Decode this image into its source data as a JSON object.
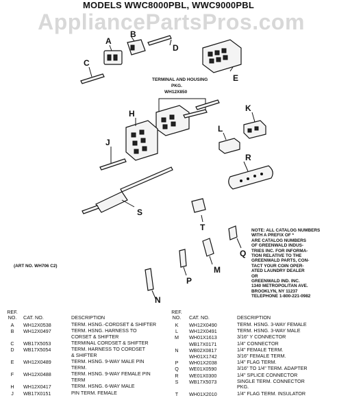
{
  "title": "MODELS WWC8000PBL, WWC9000PBL",
  "watermark": "AppliancePartsPros.com",
  "diagram": {
    "callouts": [
      "A",
      "B",
      "C",
      "D",
      "E",
      "H",
      "K",
      "L",
      "J",
      "R",
      "S",
      "T",
      "M",
      "Q",
      "P",
      "N"
    ],
    "pkg_label_1": "TERMINAL AND HOUSING",
    "pkg_label_2": "PKG.",
    "pkg_label_3": "WH12X850"
  },
  "art_no": "(ART NO. WH706 C2)",
  "note": [
    "NOTE: ALL CATALOG NUMBERS",
    "WITH A PREFIX OF *",
    "ARE CATALOG NUMBERS",
    "OF GREENWALD INDUS-",
    "TRIES INC. FOR INFORMA-",
    "TION RELATIVE TO THE",
    "GREENWALD PARTS, CON-",
    "TACT YOUR COIN OPER-",
    "ATED LAUNDRY DEALER",
    "OR",
    "GREENWALD IND. INC.",
    "1340 METROPOLITAN AVE.",
    "BROOKLYN, NY 11237",
    "TELEPHONE 1-800-221-0982"
  ],
  "table_headers": {
    "ref_1": "REF.",
    "ref_2": "NO.",
    "cat": "CAT. NO.",
    "desc": "DESCRIPTION"
  },
  "parts_left": [
    {
      "ref": "A",
      "cat": "WH12X0538",
      "desc": "TERM. HSNG.-CORDSET & SHIFTER"
    },
    {
      "ref": "B",
      "cat": "WH12X0497",
      "desc": "TERM. HSNG. HARNESS TO\nCORSET & SHIFTER"
    },
    {
      "ref": "C",
      "cat": "WB17X5053",
      "desc": "TERMINAL CORDSET & SHIFTER"
    },
    {
      "ref": "D",
      "cat": "WB17X5054",
      "desc": "TERM. HARNESS TO CORDSET\n& SHIFTER"
    },
    {
      "ref": "E",
      "cat": "WH12X0489",
      "desc": "TERM. HSNG. 9-WAY MALE PIN\nTERM."
    },
    {
      "ref": "F",
      "cat": "WH12X0488",
      "desc": "TERM. HSNG. 9-WAY FEMALE PIN\nTERM"
    },
    {
      "ref": "H",
      "cat": "WH12X0417",
      "desc": "TERM. HSNG. 6-WAY MALE"
    },
    {
      "ref": "J",
      "cat": "WB17X0151",
      "desc": "PIN TERM. FEMALE"
    }
  ],
  "parts_right": [
    {
      "ref": "K",
      "cat": "WH12X0490",
      "desc": "TERM. HSNG. 3-WAY FEMALE"
    },
    {
      "ref": "L",
      "cat": "WH12X0491",
      "desc": "TERM. HSNG. 3-WAY MALE"
    },
    {
      "ref": "M",
      "cat": "WH01X1613",
      "desc": "3/16\" Y CONNECTOR"
    },
    {
      "ref": "",
      "cat": "WB17X0171",
      "desc": "1/4\" CONNECTOR"
    },
    {
      "ref": "N",
      "cat": "WB02X0817",
      "desc": "1/4\" FEMALE TERM."
    },
    {
      "ref": "",
      "cat": "WH01X1742",
      "desc": "3/16\" FEMALE TERM."
    },
    {
      "ref": "P",
      "cat": "WH01X2038",
      "desc": "1/4\" FLAG TERM."
    },
    {
      "ref": "Q",
      "cat": "WE01X0590",
      "desc": "3/16\" TO 1/4\" TERM. ADAPTER"
    },
    {
      "ref": "R",
      "cat": "WE01X0300",
      "desc": "1/4\" SPLICE CONNECTOR"
    },
    {
      "ref": "S",
      "cat": "WB17X5073",
      "desc": "SINGLE TERM. CONNECTOR\nPKG."
    },
    {
      "ref": "T",
      "cat": "WH01X2010",
      "desc": "1/4\" FLAG TERM. INSULATOR"
    }
  ]
}
